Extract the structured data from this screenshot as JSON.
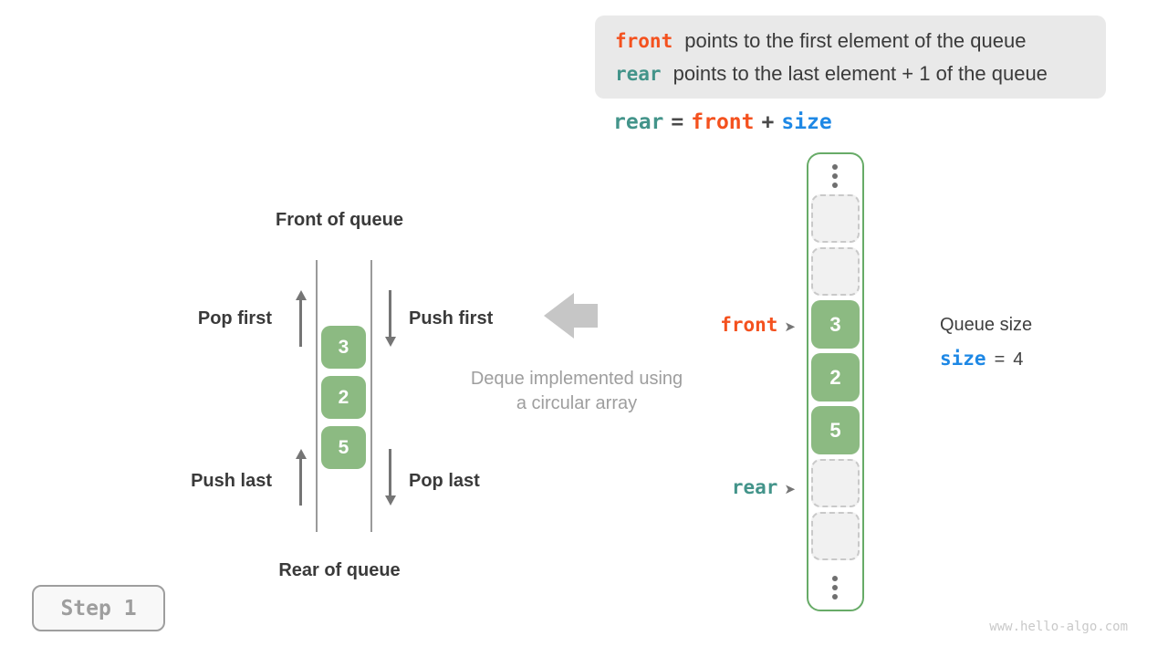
{
  "info_box": {
    "line1": {
      "keyword": "front",
      "text": "points to the first element of the queue"
    },
    "line2": {
      "keyword": "rear",
      "text": "points to the last element + 1 of the queue"
    }
  },
  "formula": {
    "rear": "rear",
    "eq": "=",
    "front": "front",
    "plus": "+",
    "size": "size"
  },
  "left_diagram": {
    "front_label": "Front of queue",
    "rear_label": "Rear of queue",
    "pop_first": "Pop first",
    "push_first": "Push first",
    "push_last": "Push last",
    "pop_last": "Pop last",
    "cells": [
      "3",
      "2",
      "5"
    ]
  },
  "center_caption": {
    "line1": "Deque implemented using",
    "line2": "a circular array"
  },
  "array_column": {
    "cells": [
      {
        "value": "",
        "state": "empty"
      },
      {
        "value": "",
        "state": "empty"
      },
      {
        "value": "3",
        "state": "filled"
      },
      {
        "value": "2",
        "state": "filled"
      },
      {
        "value": "5",
        "state": "filled"
      },
      {
        "value": "",
        "state": "empty"
      },
      {
        "value": "",
        "state": "empty"
      }
    ],
    "front_pointer": "front",
    "rear_pointer": "rear",
    "pointer_glyph": "➤"
  },
  "queue_size": {
    "title": "Queue size",
    "keyword": "size",
    "eq": "=",
    "value": "4"
  },
  "step_badge": "Step 1",
  "watermark": "www.hello-algo.com",
  "colors": {
    "front_orange": "#f4511e",
    "rear_teal": "#43948a",
    "size_blue": "#1e88e5",
    "cell_green": "#8cba82",
    "frame_green": "#67ab67",
    "legend_bg": "#e9e9e9",
    "muted_gray": "#9e9e9e"
  }
}
